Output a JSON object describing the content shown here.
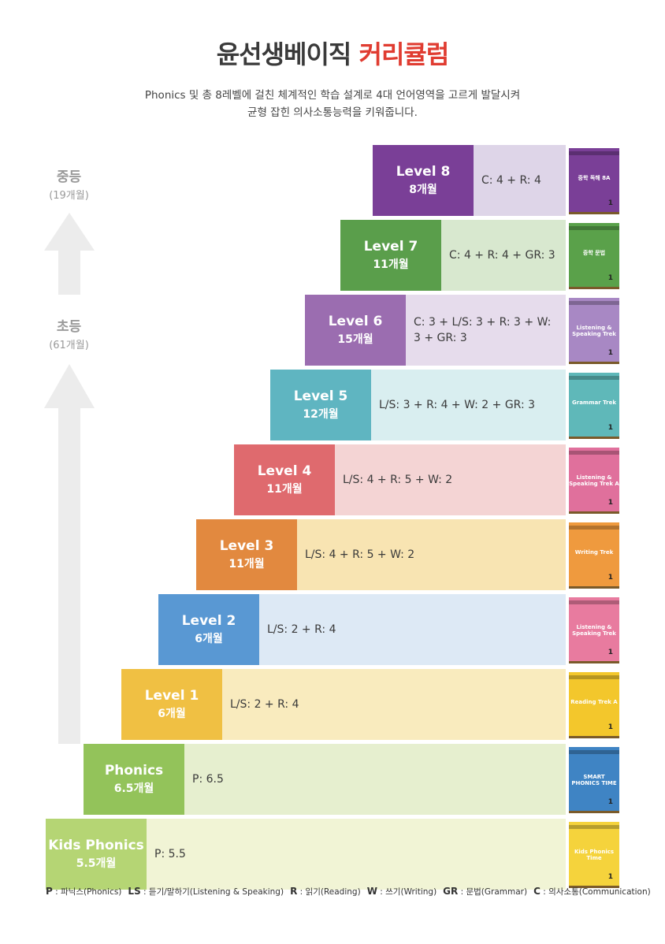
{
  "title": {
    "main": "윤선생베이직",
    "accent": "커리큘럼"
  },
  "subtitle": {
    "line1": "Phonics 및 총 8레벨에 걸친 체계적인 학습 설계로 4대 언어영역을 고르게 발달시켜",
    "line2": "균형 잡힌 의사소통능력을 키워줍니다."
  },
  "stages": [
    {
      "name": "중등",
      "duration": "(19개월)"
    },
    {
      "name": "초등",
      "duration": "(61개월)"
    }
  ],
  "levels": [
    {
      "name": "Level 8",
      "duration": "8개월",
      "composition": "C: 4 + R: 4",
      "color": "#7a3f97",
      "tint": "#ded5e8",
      "book": {
        "title": "중학 독해 8A",
        "num": "1",
        "color": "#7a3f97"
      }
    },
    {
      "name": "Level 7",
      "duration": "11개월",
      "composition": "C: 4 + R: 4 + GR: 3",
      "color": "#5a9e4b",
      "tint": "#d8e8cf",
      "book": {
        "title": "중학 문법",
        "num": "1",
        "color": "#5aa14a"
      }
    },
    {
      "name": "Level 6",
      "duration": "15개월",
      "composition": "C: 3 + L/S: 3 + R: 3 + W: 3 + GR: 3",
      "color": "#9b6db0",
      "tint": "#e6dcec",
      "book": {
        "title": "Listening & Speaking Trek",
        "num": "1",
        "color": "#a888c4"
      }
    },
    {
      "name": "Level 5",
      "duration": "12개월",
      "composition": "L/S: 3 + R: 4 + W: 2 + GR: 3",
      "color": "#5fb5c1",
      "tint": "#d9eef0",
      "book": {
        "title": "Grammar Trek",
        "num": "1",
        "color": "#5fb8b9"
      }
    },
    {
      "name": "Level 4",
      "duration": "11개월",
      "composition": "L/S: 4 + R: 5 + W: 2",
      "color": "#df6a6e",
      "tint": "#f4d4d4",
      "book": {
        "title": "Listening & Speaking Trek A",
        "num": "1",
        "color": "#e0709c"
      }
    },
    {
      "name": "Level 3",
      "duration": "11개월",
      "composition": "L/S: 4 + R: 5 + W: 2",
      "color": "#e2893f",
      "tint": "#f8e4b2",
      "book": {
        "title": "Writing Trek",
        "num": "1",
        "color": "#ef9a3e"
      }
    },
    {
      "name": "Level 2",
      "duration": "6개월",
      "composition": "L/S: 2 + R: 4",
      "color": "#5998d3",
      "tint": "#dde9f5",
      "book": {
        "title": "Listening & Speaking Trek",
        "num": "1",
        "color": "#e87b9f"
      }
    },
    {
      "name": "Level 1",
      "duration": "6개월",
      "composition": "L/S: 2 + R: 4",
      "color": "#f0c043",
      "tint": "#f9ebbe",
      "book": {
        "title": "Reading Trek A",
        "num": "1",
        "color": "#f3c72c"
      }
    },
    {
      "name": "Phonics",
      "duration": "6.5개월",
      "composition": "P: 6.5",
      "color": "#93c35a",
      "tint": "#e6efcf",
      "book": {
        "title": "SMART PHONICS TIME",
        "num": "1",
        "color": "#3f84c4"
      }
    },
    {
      "name": "Kids Phonics",
      "duration": "5.5개월",
      "composition": "P: 5.5",
      "color": "#b5d574",
      "tint": "#f1f4d5",
      "book": {
        "title": "Kids Phonics Time",
        "num": "1",
        "color": "#f5d33c"
      }
    }
  ],
  "legend": [
    {
      "key": "P",
      "text": " : 파닉스(Phonics)"
    },
    {
      "key": "LS",
      "text": " : 듣기/말하기(Listening & Speaking)"
    },
    {
      "key": "R",
      "text": " : 읽기(Reading)"
    },
    {
      "key": "W",
      "text": " : 쓰기(Writing)"
    },
    {
      "key": "GR",
      "text": " : 문법(Grammar)"
    },
    {
      "key": "C",
      "text": " : 의사소통(Communication)"
    }
  ]
}
